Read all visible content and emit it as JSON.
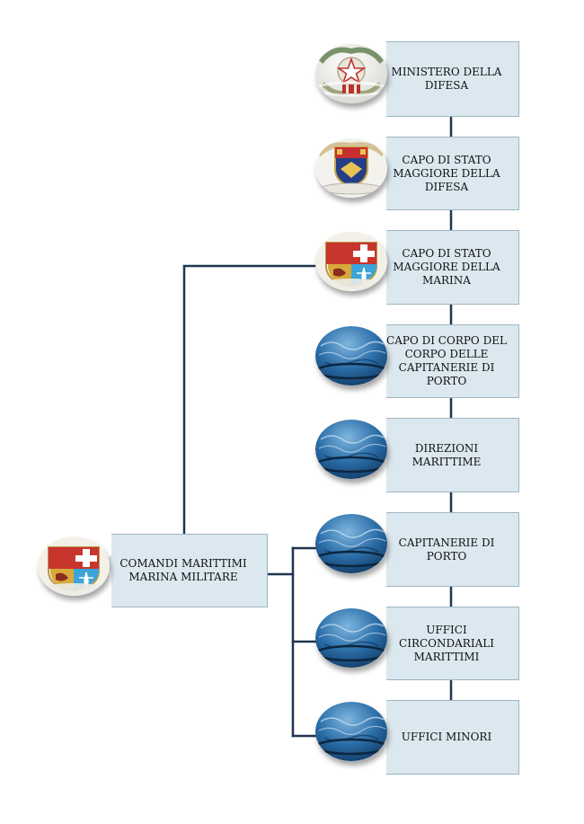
{
  "diagram": {
    "nodes": [
      {
        "id": "ministero",
        "label": "MINISTERO DELLA\nDIFESA",
        "emblem": "italian-republic-emblem-icon"
      },
      {
        "id": "capo-difesa",
        "label": "CAPO DI STATO\nMAGGIORE DELLA\nDIFESA",
        "emblem": "defense-staff-crest-icon"
      },
      {
        "id": "capo-marina",
        "label": "CAPO DI STATO\nMAGGIORE DELLA\nMARINA",
        "emblem": "navy-crest-icon"
      },
      {
        "id": "capo-capitanerie",
        "label": "CAPO DI CORPO DEL\nCORPO DELLE\nCAPITANERIE DI\nPORTO",
        "emblem": "water-disc-icon"
      },
      {
        "id": "direzioni",
        "label": "DIREZIONI\nMARITTIME",
        "emblem": "water-disc-icon"
      },
      {
        "id": "capitanerie",
        "label": "CAPITANERIE DI\nPORTO",
        "emblem": "water-disc-icon"
      },
      {
        "id": "uffici-circondariali",
        "label": "UFFICI\nCIRCONDARIALI\nMARITTIMI",
        "emblem": "water-disc-icon"
      },
      {
        "id": "uffici-minori",
        "label": "UFFICI MINORI",
        "emblem": "water-disc-icon"
      },
      {
        "id": "comandi",
        "label": "COMANDI MARITTIMI\nMARINA MILITARE",
        "emblem": "navy-crest-icon"
      }
    ],
    "colors": {
      "box_fill": "#dbe8ef",
      "connector": "#1f3550",
      "water": "#2b6ea8"
    }
  }
}
